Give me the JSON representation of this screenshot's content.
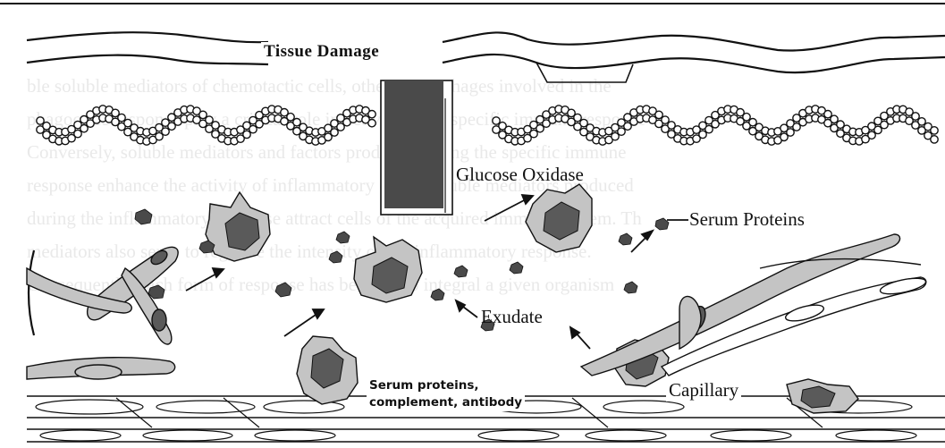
{
  "labels": {
    "tissue_damage": "Tissue Damage",
    "glucose_oxidase": "Glucose Oxidase",
    "serum_proteins": "Serum Proteins",
    "exudate": "Exudate",
    "serum_complement_line1": "Serum proteins,",
    "serum_complement_line2": "complement, antibody",
    "capillary": "Capillary"
  },
  "bleed_through_lines": [
    "ble soluble mediators of chemotactic cells, other macrophages involved in the",
    "phagocytic response play a critical role in activating the specific immune response",
    "Conversely, soluble mediators and factors produced during the specific immune",
    "response enhance the activity of inflammatory cells.  Soluble mediators produced",
    "during the inflammatory response attract cells of the acquired immune system.  Th",
    "mediators also serve to regulate the intensity of the inflammatory response.",
    "Consequently, each form of response has become so integral a given organism"
  ],
  "colors": {
    "ink": "#111111",
    "cell_fill": "#c4c4c4",
    "nucleus_fill": "#5a5a5a",
    "enzyme_block": "#4a4a4a",
    "bleed_text": "#e9e9e9"
  }
}
